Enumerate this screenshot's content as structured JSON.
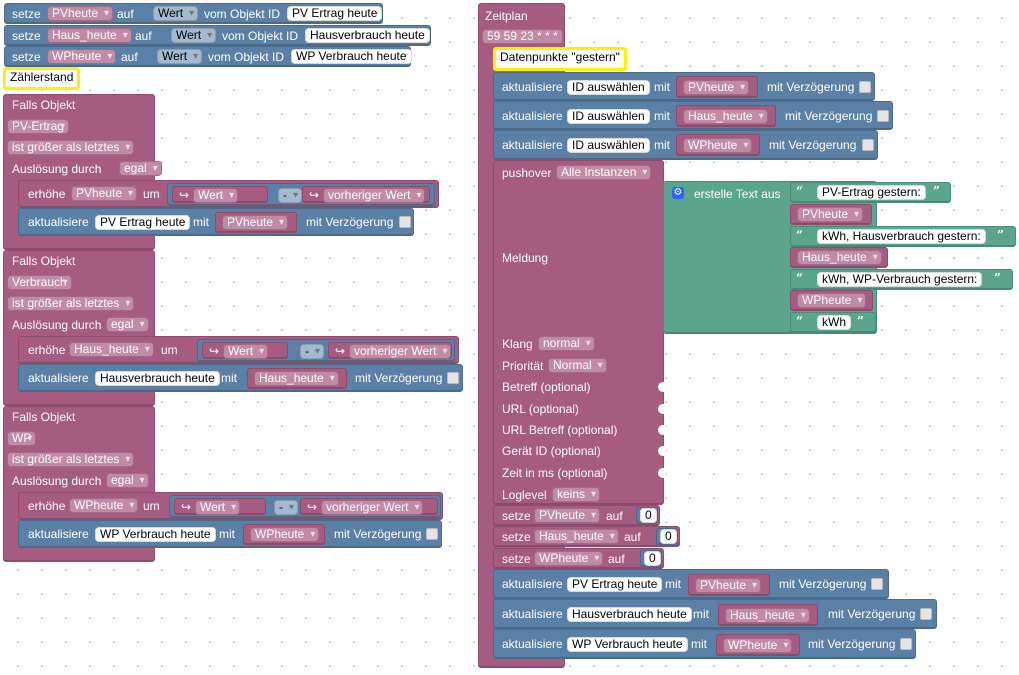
{
  "kw": {
    "setze": "setze",
    "auf": "auf",
    "vom_objekt_id": "vom Objekt ID",
    "wert": "Wert",
    "falls_objekt": "Falls Objekt",
    "ausloesung_durch": "Auslösung durch",
    "egal": "egal",
    "ist_groesser": "ist größer als letztes",
    "erhoehe": "erhöhe",
    "um": "um",
    "minus": "-",
    "vorheriger_wert": "vorheriger Wert",
    "aktualisiere": "aktualisiere",
    "mit": "mit",
    "mit_verzoegerung": "mit Verzögerung",
    "id_auswaehlen": "ID auswählen",
    "zero": "0"
  },
  "vars": {
    "pv": "PVheute",
    "haus": "Haus_heute",
    "wp": "WPheute"
  },
  "objects": {
    "pv_heute": "PV Ertrag heute",
    "haus_heute": "Hausverbrauch heute",
    "wp_heute": "WP Verbrauch heute"
  },
  "left": {
    "comment": "Zählerstand",
    "triggers": [
      {
        "object": "PV-Ertrag"
      },
      {
        "object": "Verbrauch"
      },
      {
        "object": "WP"
      }
    ]
  },
  "schedule": {
    "title": "Zeitplan",
    "cron": "59 59 23 * * *",
    "comment": "Datenpunkte \"gestern\"",
    "pushover": "pushover",
    "instances": "Alle Instanzen",
    "meldung": "Meldung",
    "erstelle_text": "erstelle Text aus",
    "texts": {
      "t1": "PV-Ertrag gestern:",
      "t2": "kWh, Hausverbrauch gestern:",
      "t3": "kWh, WP-Verbrauch gestern:",
      "t4": "kWh"
    },
    "klang_label": "Klang",
    "klang_value": "normal",
    "prioritaet_label": "Priorität",
    "prioritaet_value": "Normal",
    "betreff": "Betreff (optional)",
    "url": "URL (optional)",
    "url_betreff": "URL Betreff (optional)",
    "geraet": "Gerät ID (optional)",
    "zeit": "Zeit in ms (optional)",
    "loglevel_label": "Loglevel",
    "loglevel_value": "keins"
  },
  "colors": {
    "variables": "#a65c81",
    "ioBroker": "#5b80a5",
    "text": "#5ba58c",
    "comment_border": "#fff200"
  }
}
